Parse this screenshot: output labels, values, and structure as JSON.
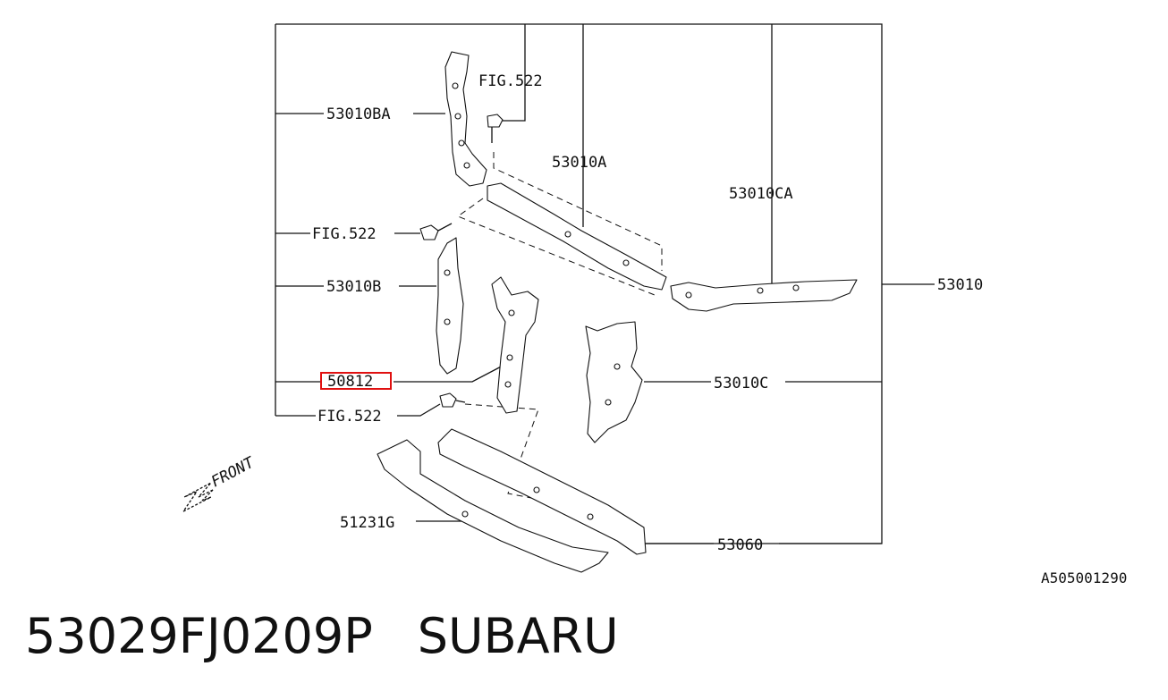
{
  "diagram": {
    "labels": {
      "p53010BA": "53010BA",
      "fig522_top": "FIG.522",
      "p53010A": "53010A",
      "p53010CA": "53010CA",
      "fig522_mid": "FIG.522",
      "p53010": "53010",
      "p53010B": "53010B",
      "p50812": "50812",
      "p53010C": "53010C",
      "fig522_low": "FIG.522",
      "front": "FRONT",
      "p51231G": "51231G",
      "p53060": "53060",
      "illustration_code": "A505001290"
    },
    "highlighted_part": "50812",
    "highlight_color": "#e01010"
  },
  "footer": {
    "part_number": "53029FJ0209P",
    "brand": "SUBARU"
  }
}
